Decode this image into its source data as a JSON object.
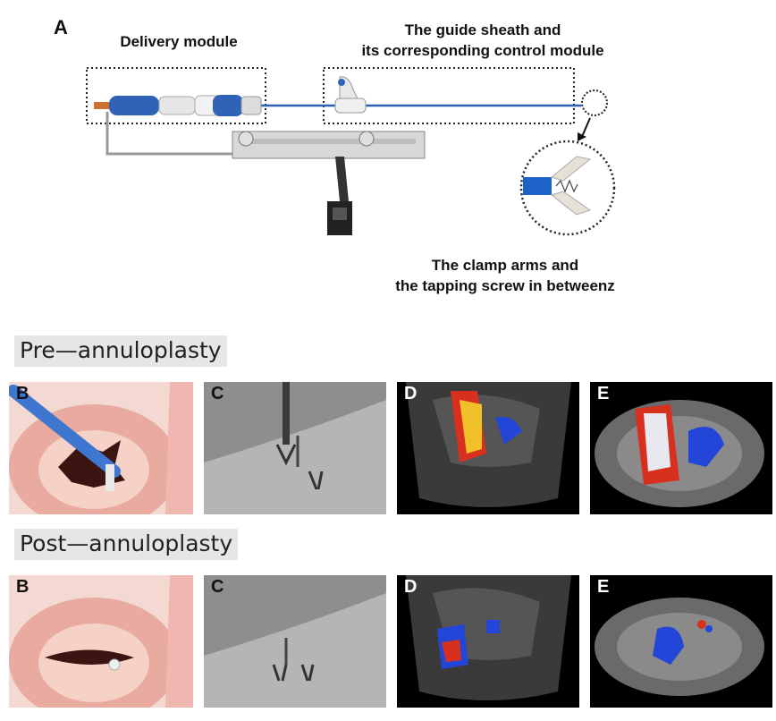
{
  "panel_a": {
    "letter": "A",
    "delivery_module_label": "Delivery module",
    "guide_sheath_label_line1": "The guide sheath and",
    "guide_sheath_label_line2": "its corresponding control module",
    "clamp_label_line1": "The clamp arms and",
    "clamp_label_line2": "the tapping screw in betweenz"
  },
  "sections": [
    {
      "label": "Pre—annuloplasty",
      "panels": [
        "B",
        "C",
        "D",
        "E"
      ]
    },
    {
      "label": "Post—annuloplasty",
      "panels": [
        "B",
        "C",
        "D",
        "E"
      ]
    }
  ],
  "colors": {
    "device_blue": "#2f63b8",
    "catheter_blue": "#3a78c9",
    "tissue_pink": "#e8a9a0",
    "echo_red": "#d8301f",
    "echo_blue": "#2346d8"
  }
}
